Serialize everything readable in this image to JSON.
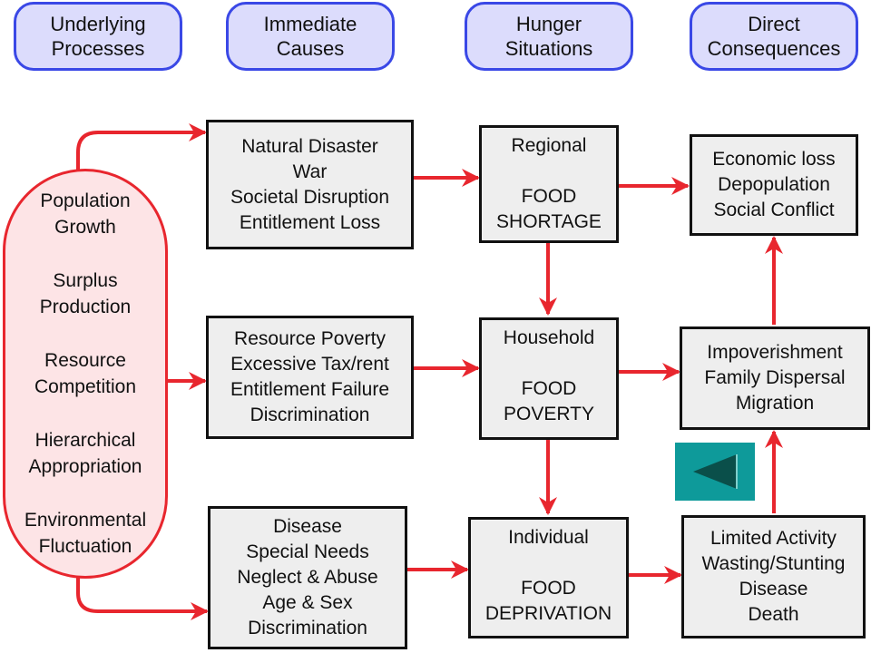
{
  "headers": [
    "Underlying\nProcesses",
    "Immediate\nCauses",
    "Hunger\nSituations",
    "Direct\nConsequences"
  ],
  "underlying_processes": [
    [
      "Population",
      "Growth"
    ],
    [
      "Surplus",
      "Production"
    ],
    [
      "Resource",
      "Competition"
    ],
    [
      "Hierarchical",
      "Appropriation"
    ],
    [
      "Environmental",
      "Fluctuation"
    ]
  ],
  "causes": {
    "regional": [
      "Natural Disaster",
      "War",
      "Societal Disruption",
      "Entitlement Loss"
    ],
    "household": [
      "Resource Poverty",
      "Excessive Tax/rent",
      "Entitlement Failure",
      "Discrimination"
    ],
    "individual": [
      "Disease",
      "Special Needs",
      "Neglect & Abuse",
      "Age & Sex",
      "Discrimination"
    ]
  },
  "situations": {
    "regional": {
      "level": "Regional",
      "name": [
        "FOOD",
        "SHORTAGE"
      ]
    },
    "household": {
      "level": "Household",
      "name": [
        "FOOD",
        "POVERTY"
      ]
    },
    "individual": {
      "level": "Individual",
      "name": [
        "FOOD",
        "DEPRIVATION"
      ]
    }
  },
  "consequences": {
    "regional": [
      "Economic loss",
      "Depopulation",
      "Social Conflict"
    ],
    "household": [
      "Impoverishment",
      "Family Dispersal",
      "Migration"
    ],
    "individual": [
      "Limited Activity",
      "Wasting/Stunting",
      "Disease",
      "Death"
    ]
  },
  "colors": {
    "arrow": "#e8262e",
    "header_fill": "#dcdcfc",
    "header_border": "#3a48e6",
    "pill_fill": "#fde4e6",
    "box_fill": "#eeeeee",
    "nav_button": "#0e9a9a",
    "nav_triangle": "#0a4f4a"
  },
  "nav": {
    "icon": "back-triangle-icon"
  }
}
